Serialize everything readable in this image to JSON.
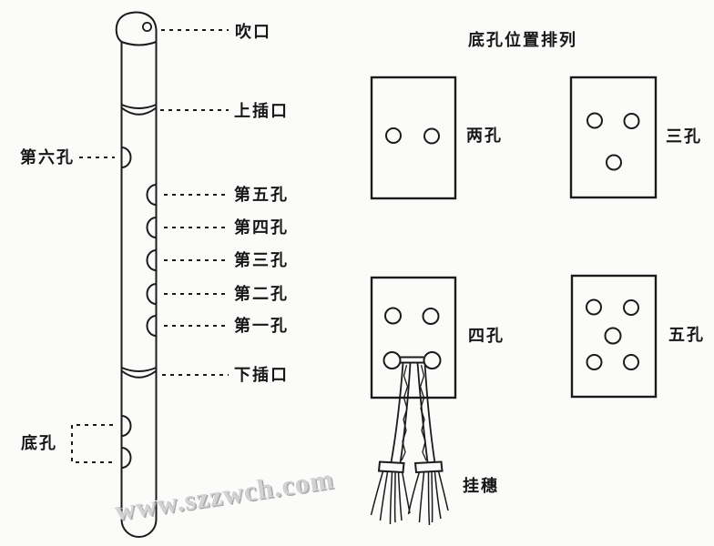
{
  "title": "底孔位置排列",
  "flute": {
    "labels": {
      "blow_hole": "吹口",
      "upper_socket": "上插口",
      "sixth_hole": "第六孔",
      "fifth_hole": "第五孔",
      "fourth_hole": "第四孔",
      "third_hole": "第三孔",
      "second_hole": "第二孔",
      "first_hole": "第一孔",
      "lower_socket": "下插口",
      "bottom_holes": "底孔"
    }
  },
  "arrangements": {
    "two": {
      "label": "两孔",
      "holes": 2
    },
    "three": {
      "label": "三孔",
      "holes": 3
    },
    "four": {
      "label": "四孔",
      "holes": 4
    },
    "five": {
      "label": "五孔",
      "holes": 5
    }
  },
  "tassel": {
    "label": "挂穗"
  },
  "watermark": {
    "text": "www.szzwch.com"
  },
  "colors": {
    "ink": "#1b1b1b",
    "background": "#fbfbfa",
    "watermark": "#d2d2d2"
  }
}
